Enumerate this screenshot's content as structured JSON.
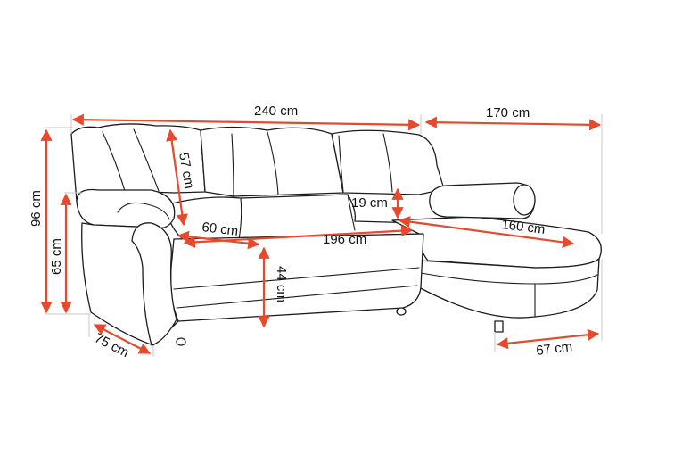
{
  "colors": {
    "dimension": "#e8482b",
    "outline": "#1c1c1c",
    "background": "#ffffff"
  },
  "dimensions": {
    "total_width": "240 cm",
    "chaise_length": "170 cm",
    "total_height": "96 cm",
    "back_height": "57 cm",
    "armrest_height": "65 cm",
    "seat_height": "44 cm",
    "seat_depth": "60 cm",
    "seat_width": "196 cm",
    "cushion_height": "19 cm",
    "chaise_seat_length": "160 cm",
    "depth": "75 cm",
    "chaise_width": "67 cm"
  }
}
